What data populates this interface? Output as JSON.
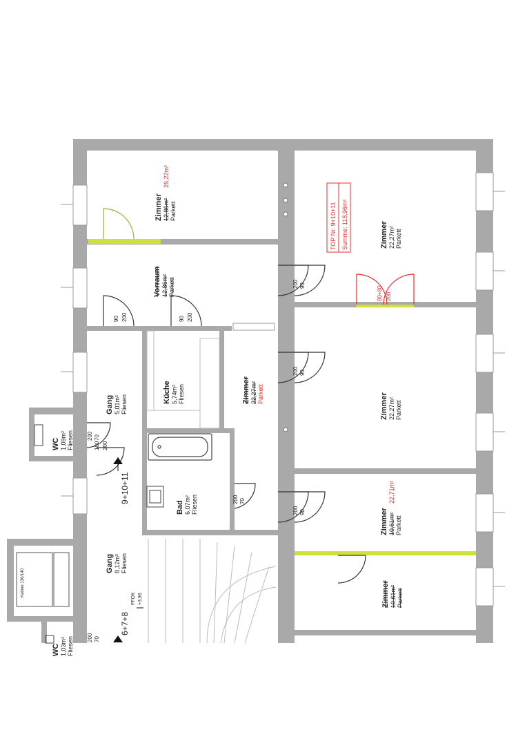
{
  "plan": {
    "top_label": "TOP Nr. 9+10+11",
    "top_sum": "Summe: 118,96m²",
    "unit_label_a": "9+10+11",
    "unit_label_b": "6+7+8",
    "level_ffok": "FFOK",
    "level_value": "+3,96",
    "lift_label": "Kabine 130/140",
    "rooms": {
      "zimmer_tl": {
        "name": "Zimmer",
        "area_old": "12,86m²",
        "area_new": "26,22m²",
        "floor": "Parkett"
      },
      "vorraum": {
        "name": "Vorraum",
        "area_old": "12,86m²",
        "floor": "Parkett"
      },
      "zimmer_tr": {
        "name": "Zimmer",
        "area": "22,27m²",
        "floor": "Parkett"
      },
      "kueche": {
        "name": "Küche",
        "area": "5,74m²",
        "floor": "Fliesen"
      },
      "zimmer_mid": {
        "name": "Zimmer",
        "area": "22,27m²",
        "floor": "Parkett"
      },
      "zimmer_mr": {
        "name": "Zimmer",
        "area": "22,27m²",
        "floor": "Parkett"
      },
      "gang_upper": {
        "name": "Gang",
        "area": "5,01m²",
        "floor": "Fliesen"
      },
      "wc_upper": {
        "name": "WC",
        "area": "1,09m²",
        "floor": "Fliesen"
      },
      "bad": {
        "name": "Bad",
        "area": "6,07m²",
        "floor": "Fliesen"
      },
      "zimmer_lr": {
        "name": "Zimmer",
        "area_old": "10,61m²",
        "area_new": "22,71m²",
        "floor": "Parkett"
      },
      "zimmer_br": {
        "name": "Zimmer",
        "area_old": "10,61m²",
        "floor": "Parkett"
      },
      "gang_lower": {
        "name": "Gang",
        "area": "8,12m²",
        "floor": "Fliesen"
      },
      "wc_lower": {
        "name": "WC",
        "area": "1,03m²",
        "floor": "Fliesen"
      }
    },
    "doors": {
      "d1": {
        "w": "90",
        "h": "200"
      },
      "d2": {
        "w": "90",
        "h": "200"
      },
      "d3": {
        "w": "90",
        "h": "200"
      },
      "d4": {
        "w": "90",
        "h": "200"
      },
      "d5": {
        "w": "90",
        "h": "200"
      },
      "d6": {
        "w": "80+80",
        "h": "200"
      },
      "d7": {
        "w": "70",
        "h": "200"
      },
      "d8": {
        "w": "100",
        "h": "200"
      },
      "d9": {
        "w": "70",
        "h": "200"
      },
      "d10": {
        "w": "70",
        "h": "200"
      }
    },
    "colors": {
      "wall": "#a9a9a9",
      "highlight": "#cfe03a",
      "annotation": "#e03030"
    }
  }
}
